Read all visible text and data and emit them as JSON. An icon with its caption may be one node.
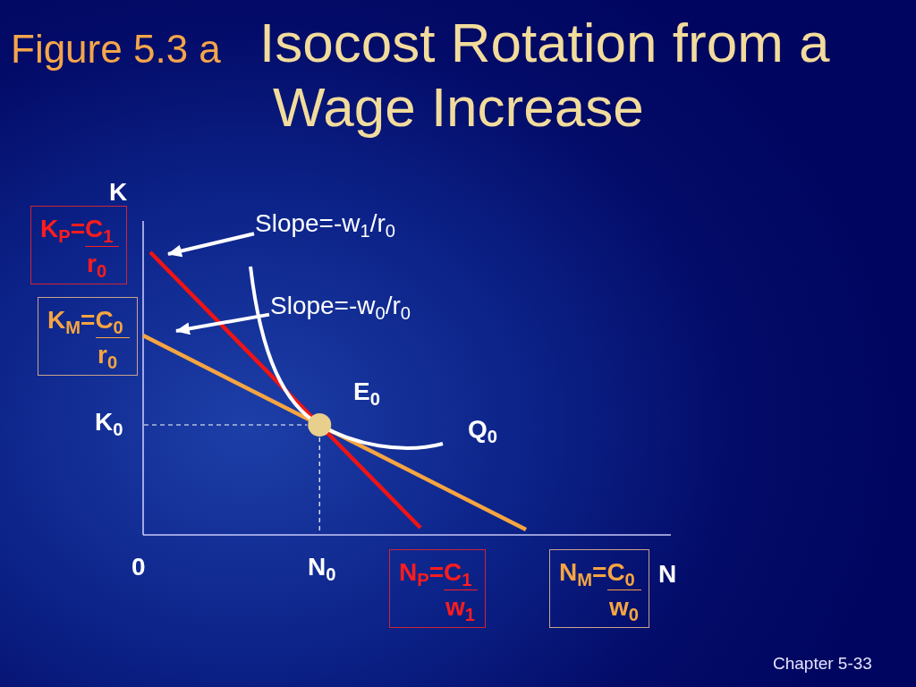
{
  "diagram": {
    "title": "Isocost Rotation from a Wage Increase",
    "nodes": [
      {
        "text": [
          "K$_{P}$=C$_{1}$",
          "r$_{0}$"
        ]
      },
      {
        "text": [
          "Slope=-w$_{1}$/r$_{0}$"
        ]
      },
      {
        "text": [
          "K$_{M}$=C$_{0}$",
          "r$_{0}$"
        ]
      },
      {
        "text": [
          "Slope=-w$_{0}$/r$_{0}$"
        ]
      },
      {
        "text": [
          "N$_{P}$=C$_{1}$",
          "w$_{1}$"
        ]
      },
      {
        "text": [
          "N$_{M}$=C$_{0}$",
          "w$_{0}$"
        ]
      }
    ],
    "edges": [
      {
        "from": 1,
        "to": null,
        "arrow": "to"
      },
      {
        "from": 3,
        "to": null,
        "arrow": "to"
      }
    ],
    "labels": [
      "Figure 5.3 a",
      "K",
      "E$_{0}$",
      "K$_{0}$",
      "Q$_{0}$",
      "0",
      "N$_{0}$",
      "N",
      "Chapter 5-33"
    ]
  }
}
